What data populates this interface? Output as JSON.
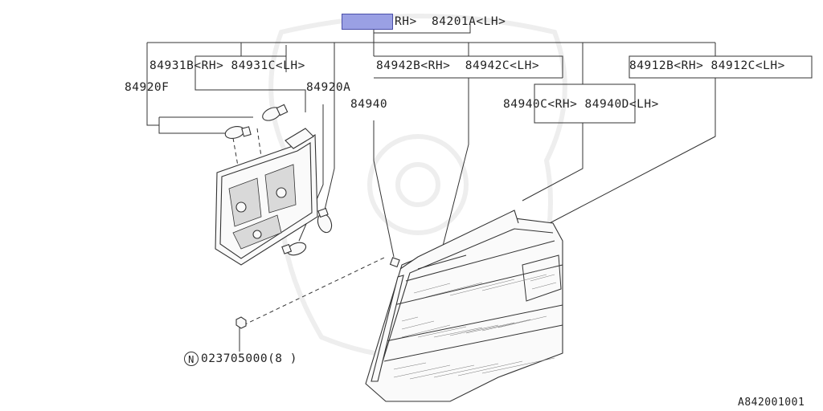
{
  "header": {
    "highlight_color": "#9aa0e4",
    "main_part_rh_suffix": "RH>",
    "main_part_lh": "84201A<LH>"
  },
  "labels": {
    "p84931": "84931B<RH> 84931C<LH>",
    "p84942": "84942B<RH>  84942C<LH>",
    "p84912": "84912B<RH> 84912C<LH>",
    "p84920F": "84920F",
    "p84920A": "84920A",
    "p84940": "84940",
    "p84940CD": "84940C<RH> 84940D<LH>",
    "nut_symbol": "N",
    "nut_part": "023705000(8 )"
  },
  "footer": {
    "diagram_id": "A842001001"
  }
}
